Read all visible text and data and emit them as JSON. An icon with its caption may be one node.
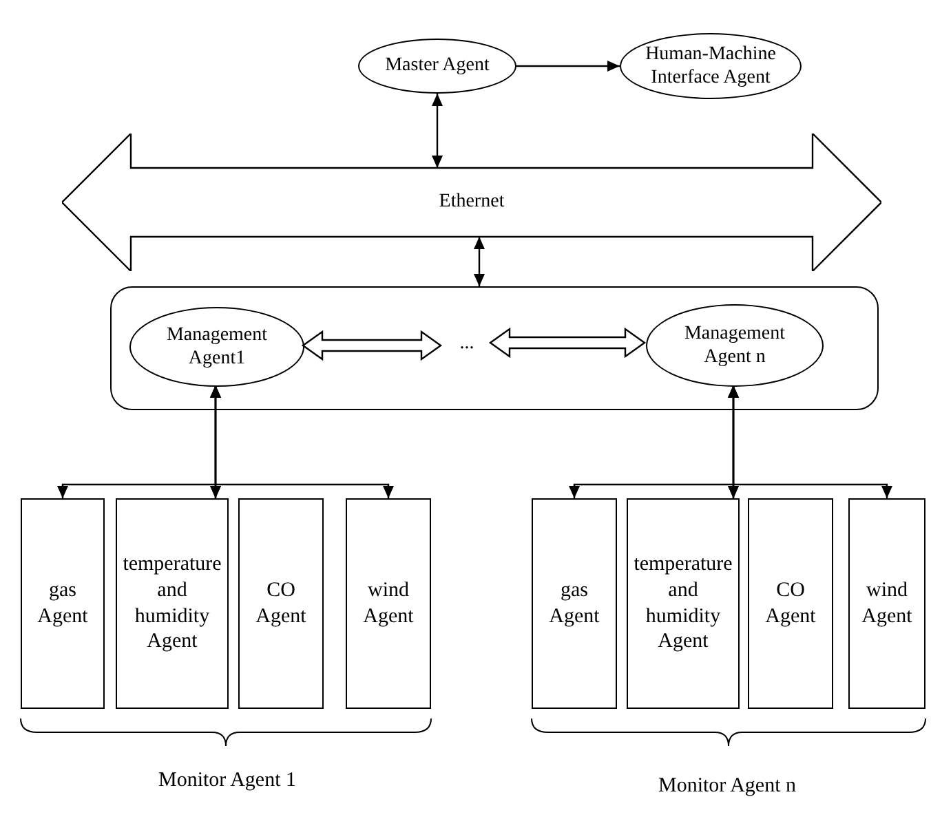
{
  "diagram": {
    "nodes": [
      {
        "text": [
          "Master Agent"
        ]
      },
      {
        "text": [
          "Human-Machine Interface Agent"
        ]
      },
      {
        "text": [
          "Ethernet"
        ]
      },
      {
        "text": [],
        "shape": "box"
      },
      {
        "text": [
          "Management Agent1"
        ],
        "in": 3
      },
      {
        "text": [
          "..."
        ],
        "in": 3
      },
      {
        "text": [
          "Management Agent n"
        ],
        "in": 3
      },
      {
        "text": [
          "gas Agent"
        ]
      },
      {
        "text": [
          "temperature and humidity Agent"
        ]
      },
      {
        "text": [
          "CO Agent"
        ]
      },
      {
        "text": [
          "wind Agent"
        ]
      },
      {
        "text": [
          "gas Agent"
        ]
      },
      {
        "text": [
          "temperature and humidity Agent"
        ]
      },
      {
        "text": [
          "CO Agent"
        ]
      },
      {
        "text": [
          "wind Agent"
        ]
      }
    ],
    "edges": [
      {
        "from": 0,
        "to": 1,
        "arrow": "to"
      },
      {
        "from": 0,
        "to": 2,
        "arrow": "both"
      },
      {
        "from": 2,
        "to": 3,
        "arrow": "both"
      },
      {
        "from": 4,
        "to": 5,
        "arrow": "both",
        "style": "thick"
      },
      {
        "from": 5,
        "to": 6,
        "arrow": "both",
        "style": "thick"
      },
      {
        "from": 4,
        "to": 7,
        "arrow": "both"
      },
      {
        "from": 4,
        "to": 8,
        "arrow": "both"
      },
      {
        "from": 4,
        "to": 9,
        "arrow": "both"
      },
      {
        "from": 4,
        "to": 10,
        "arrow": "both"
      },
      {
        "from": 6,
        "to": 11,
        "arrow": "both"
      },
      {
        "from": 6,
        "to": 12,
        "arrow": "both"
      },
      {
        "from": 6,
        "to": 13,
        "arrow": "both"
      },
      {
        "from": 6,
        "to": 14,
        "arrow": "both"
      }
    ],
    "labels": [
      "Monitor Agent 1",
      "Monitor Agent n"
    ]
  }
}
